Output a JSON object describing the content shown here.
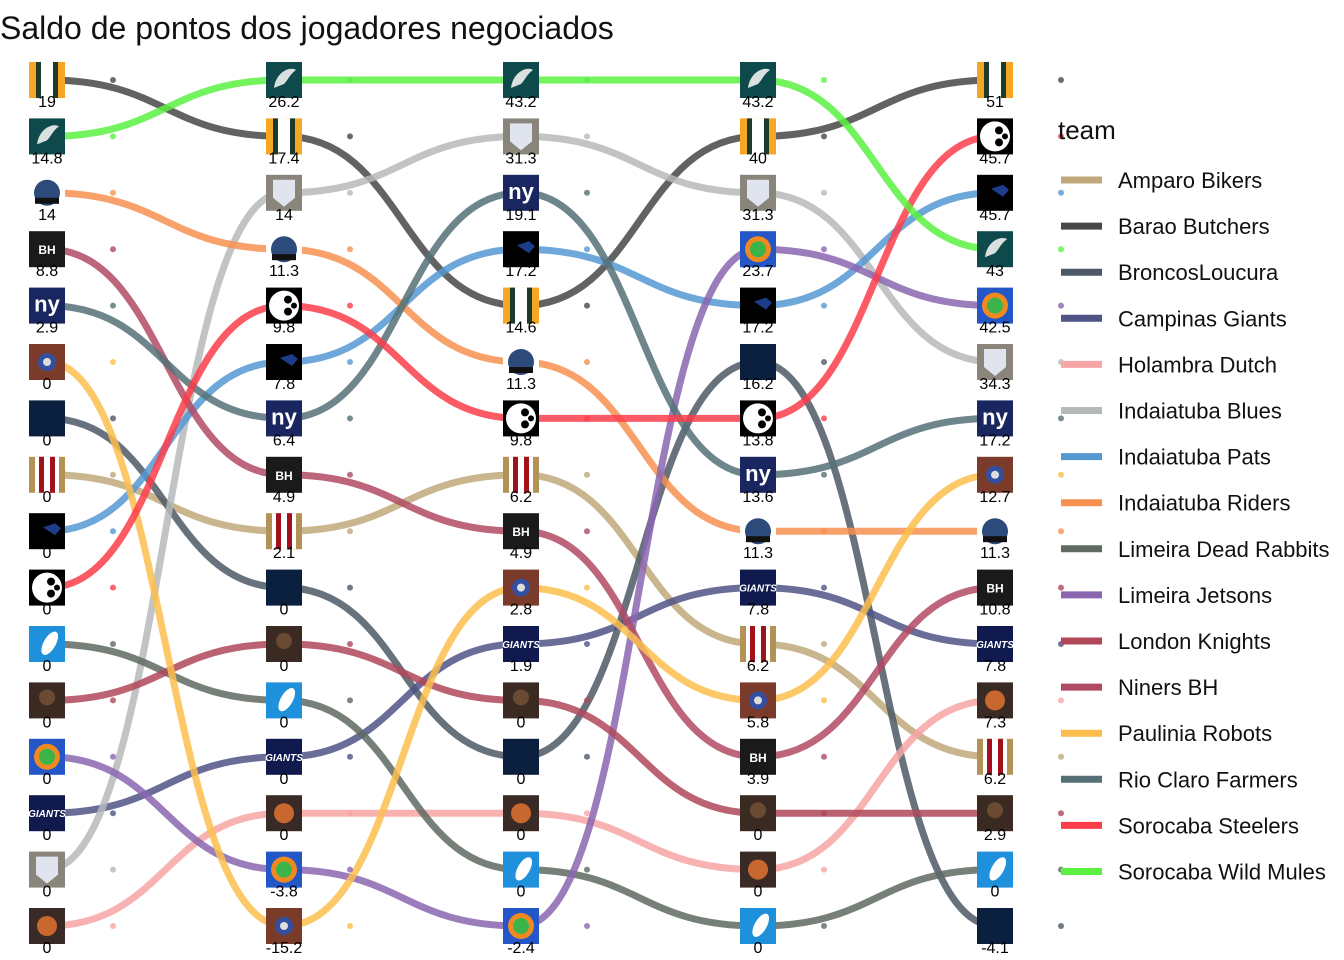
{
  "chart_data": {
    "type": "bump",
    "title": "Saldo de pontos dos jogadores negociados",
    "legend_title": "team",
    "legend_position": "right",
    "teams": [
      {
        "name": "Amparo Bikers",
        "color": "#bfa97a",
        "logo": "red-gold-stripes-logo"
      },
      {
        "name": "Barao Butchers",
        "color": "#474747",
        "logo": "green-gold-stripes-logo"
      },
      {
        "name": "BroncosLoucura",
        "color": "#4d5966",
        "logo": "bronco-logo"
      },
      {
        "name": "Campinas Giants",
        "color": "#4f5486",
        "logo": "giants-logo"
      },
      {
        "name": "Holambra Dutch",
        "color": "#f7a5a5",
        "logo": "holambra-logo"
      },
      {
        "name": "Indaiatuba Blues",
        "color": "#b6b9ba",
        "logo": "blues-shield-logo"
      },
      {
        "name": "Indaiatuba Pats",
        "color": "#5598d2",
        "logo": "patriot-logo"
      },
      {
        "name": "Indaiatuba Riders",
        "color": "#f79150",
        "logo": "riders-logo"
      },
      {
        "name": "Limeira Dead Rabbits",
        "color": "#5e6a62",
        "logo": "feather-logo"
      },
      {
        "name": "Limeira Jetsons",
        "color": "#8b66b0",
        "logo": "jetsons-logo"
      },
      {
        "name": "London Knights",
        "color": "#b0485a",
        "logo": "knight-logo"
      },
      {
        "name": "Niners BH",
        "color": "#b04a64",
        "logo": "bh-logo"
      },
      {
        "name": "Paulinia Robots",
        "color": "#fbbe4e",
        "logo": "robots-logo"
      },
      {
        "name": "Rio Claro Farmers",
        "color": "#557177",
        "logo": "ny-logo"
      },
      {
        "name": "Sorocaba Steelers",
        "color": "#fb3d4a",
        "logo": "steeler-logo"
      },
      {
        "name": "Sorocaba Wild Mules",
        "color": "#5af141",
        "logo": "eagle-logo"
      }
    ],
    "rounds": [
      [
        [
          "Barao Butchers",
          "19"
        ],
        [
          "Sorocaba Wild Mules",
          "14.8"
        ],
        [
          "Indaiatuba Riders",
          "14"
        ],
        [
          "Niners BH",
          "8.8"
        ],
        [
          "Rio Claro Farmers",
          "2.9"
        ],
        [
          "Paulinia Robots",
          "0"
        ],
        [
          "BroncosLoucura",
          "0"
        ],
        [
          "Amparo Bikers",
          "0"
        ],
        [
          "Indaiatuba Pats",
          "0"
        ],
        [
          "Sorocaba Steelers",
          "0"
        ],
        [
          "Limeira Dead Rabbits",
          "0"
        ],
        [
          "London Knights",
          "0"
        ],
        [
          "Limeira Jetsons",
          "0"
        ],
        [
          "Campinas Giants",
          "0"
        ],
        [
          "Indaiatuba Blues",
          "0"
        ],
        [
          "Holambra Dutch",
          "0"
        ]
      ],
      [
        [
          "Sorocaba Wild Mules",
          "26.2"
        ],
        [
          "Barao Butchers",
          "17.4"
        ],
        [
          "Indaiatuba Blues",
          "14"
        ],
        [
          "Indaiatuba Riders",
          "11.3"
        ],
        [
          "Sorocaba Steelers",
          "9.8"
        ],
        [
          "Indaiatuba Pats",
          "7.8"
        ],
        [
          "Rio Claro Farmers",
          "6.4"
        ],
        [
          "Niners BH",
          "4.9"
        ],
        [
          "Amparo Bikers",
          "2.1"
        ],
        [
          "BroncosLoucura",
          "0"
        ],
        [
          "London Knights",
          "0"
        ],
        [
          "Limeira Dead Rabbits",
          "0"
        ],
        [
          "Campinas Giants",
          "0"
        ],
        [
          "Holambra Dutch",
          "0"
        ],
        [
          "Limeira Jetsons",
          "-3.8"
        ],
        [
          "Paulinia Robots",
          "-15.2"
        ]
      ],
      [
        [
          "Sorocaba Wild Mules",
          "43.2"
        ],
        [
          "Indaiatuba Blues",
          "31.3"
        ],
        [
          "Rio Claro Farmers",
          "19.1"
        ],
        [
          "Indaiatuba Pats",
          "17.2"
        ],
        [
          "Barao Butchers",
          "14.6"
        ],
        [
          "Indaiatuba Riders",
          "11.3"
        ],
        [
          "Sorocaba Steelers",
          "9.8"
        ],
        [
          "Amparo Bikers",
          "6.2"
        ],
        [
          "Niners BH",
          "4.9"
        ],
        [
          "Paulinia Robots",
          "2.8"
        ],
        [
          "Campinas Giants",
          "1.9"
        ],
        [
          "London Knights",
          "0"
        ],
        [
          "BroncosLoucura",
          "0"
        ],
        [
          "Holambra Dutch",
          "0"
        ],
        [
          "Limeira Dead Rabbits",
          "0"
        ],
        [
          "Limeira Jetsons",
          "-2.4"
        ]
      ],
      [
        [
          "Sorocaba Wild Mules",
          "43.2"
        ],
        [
          "Barao Butchers",
          "40"
        ],
        [
          "Indaiatuba Blues",
          "31.3"
        ],
        [
          "Limeira Jetsons",
          "23.7"
        ],
        [
          "Indaiatuba Pats",
          "17.2"
        ],
        [
          "BroncosLoucura",
          "16.2"
        ],
        [
          "Sorocaba Steelers",
          "13.8"
        ],
        [
          "Rio Claro Farmers",
          "13.6"
        ],
        [
          "Indaiatuba Riders",
          "11.3"
        ],
        [
          "Campinas Giants",
          "7.8"
        ],
        [
          "Amparo Bikers",
          "6.2"
        ],
        [
          "Paulinia Robots",
          "5.8"
        ],
        [
          "Niners BH",
          "3.9"
        ],
        [
          "London Knights",
          "0"
        ],
        [
          "Holambra Dutch",
          "0"
        ],
        [
          "Limeira Dead Rabbits",
          "0"
        ]
      ],
      [
        [
          "Barao Butchers",
          "51"
        ],
        [
          "Sorocaba Steelers",
          "45.7"
        ],
        [
          "Indaiatuba Pats",
          "45.7"
        ],
        [
          "Sorocaba Wild Mules",
          "43"
        ],
        [
          "Limeira Jetsons",
          "42.5"
        ],
        [
          "Indaiatuba Blues",
          "34.3"
        ],
        [
          "Rio Claro Farmers",
          "17.2"
        ],
        [
          "Paulinia Robots",
          "12.7"
        ],
        [
          "Indaiatuba Riders",
          "11.3"
        ],
        [
          "Niners BH",
          "10.8"
        ],
        [
          "Campinas Giants",
          "7.8"
        ],
        [
          "Holambra Dutch",
          "7.3"
        ],
        [
          "Amparo Bikers",
          "6.2"
        ],
        [
          "London Knights",
          "2.9"
        ],
        [
          "Limeira Dead Rabbits",
          "0"
        ],
        [
          "BroncosLoucura",
          "-4.1"
        ]
      ]
    ]
  }
}
